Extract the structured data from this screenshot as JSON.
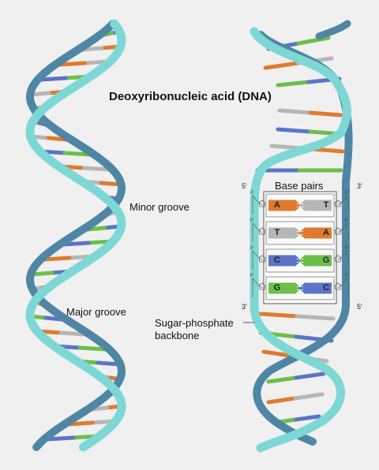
{
  "title": "Deoxyribonucleic acid (DNA)",
  "labels": {
    "minor_groove": "Minor groove",
    "major_groove": "Major groove",
    "backbone_line1": "Sugar-phosphate",
    "backbone_line2": "backbone",
    "base_pairs": "Base pairs"
  },
  "ends": {
    "left_top": "5'",
    "right_top": "3'",
    "left_bottom": "3'",
    "right_bottom": "5'"
  },
  "phosphate_label": "P",
  "base_pairs": [
    {
      "left": "A",
      "right": "T"
    },
    {
      "left": "T",
      "right": "A"
    },
    {
      "left": "C",
      "right": "G"
    },
    {
      "left": "G",
      "right": "C"
    }
  ],
  "colors": {
    "background": "#f0f0f0",
    "strand_light": "#7dd8d5",
    "strand_dark": "#4f86a4",
    "adenine": "#e07a2e",
    "thymine": "#b6b6b6",
    "cytosine": "#5b74c8",
    "guanine": "#6cbf4a"
  }
}
